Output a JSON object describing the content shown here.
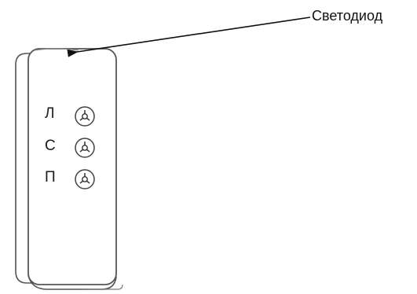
{
  "callout": {
    "label": "Светодиод"
  },
  "buttons": [
    {
      "letter": "Л",
      "icon": "joystick-button-icon"
    },
    {
      "letter": "С",
      "icon": "joystick-button-icon"
    },
    {
      "letter": "П",
      "icon": "joystick-button-icon"
    }
  ],
  "colors": {
    "outline": "#555555",
    "body_fill": "#ffffff",
    "arrow": "#111111"
  }
}
